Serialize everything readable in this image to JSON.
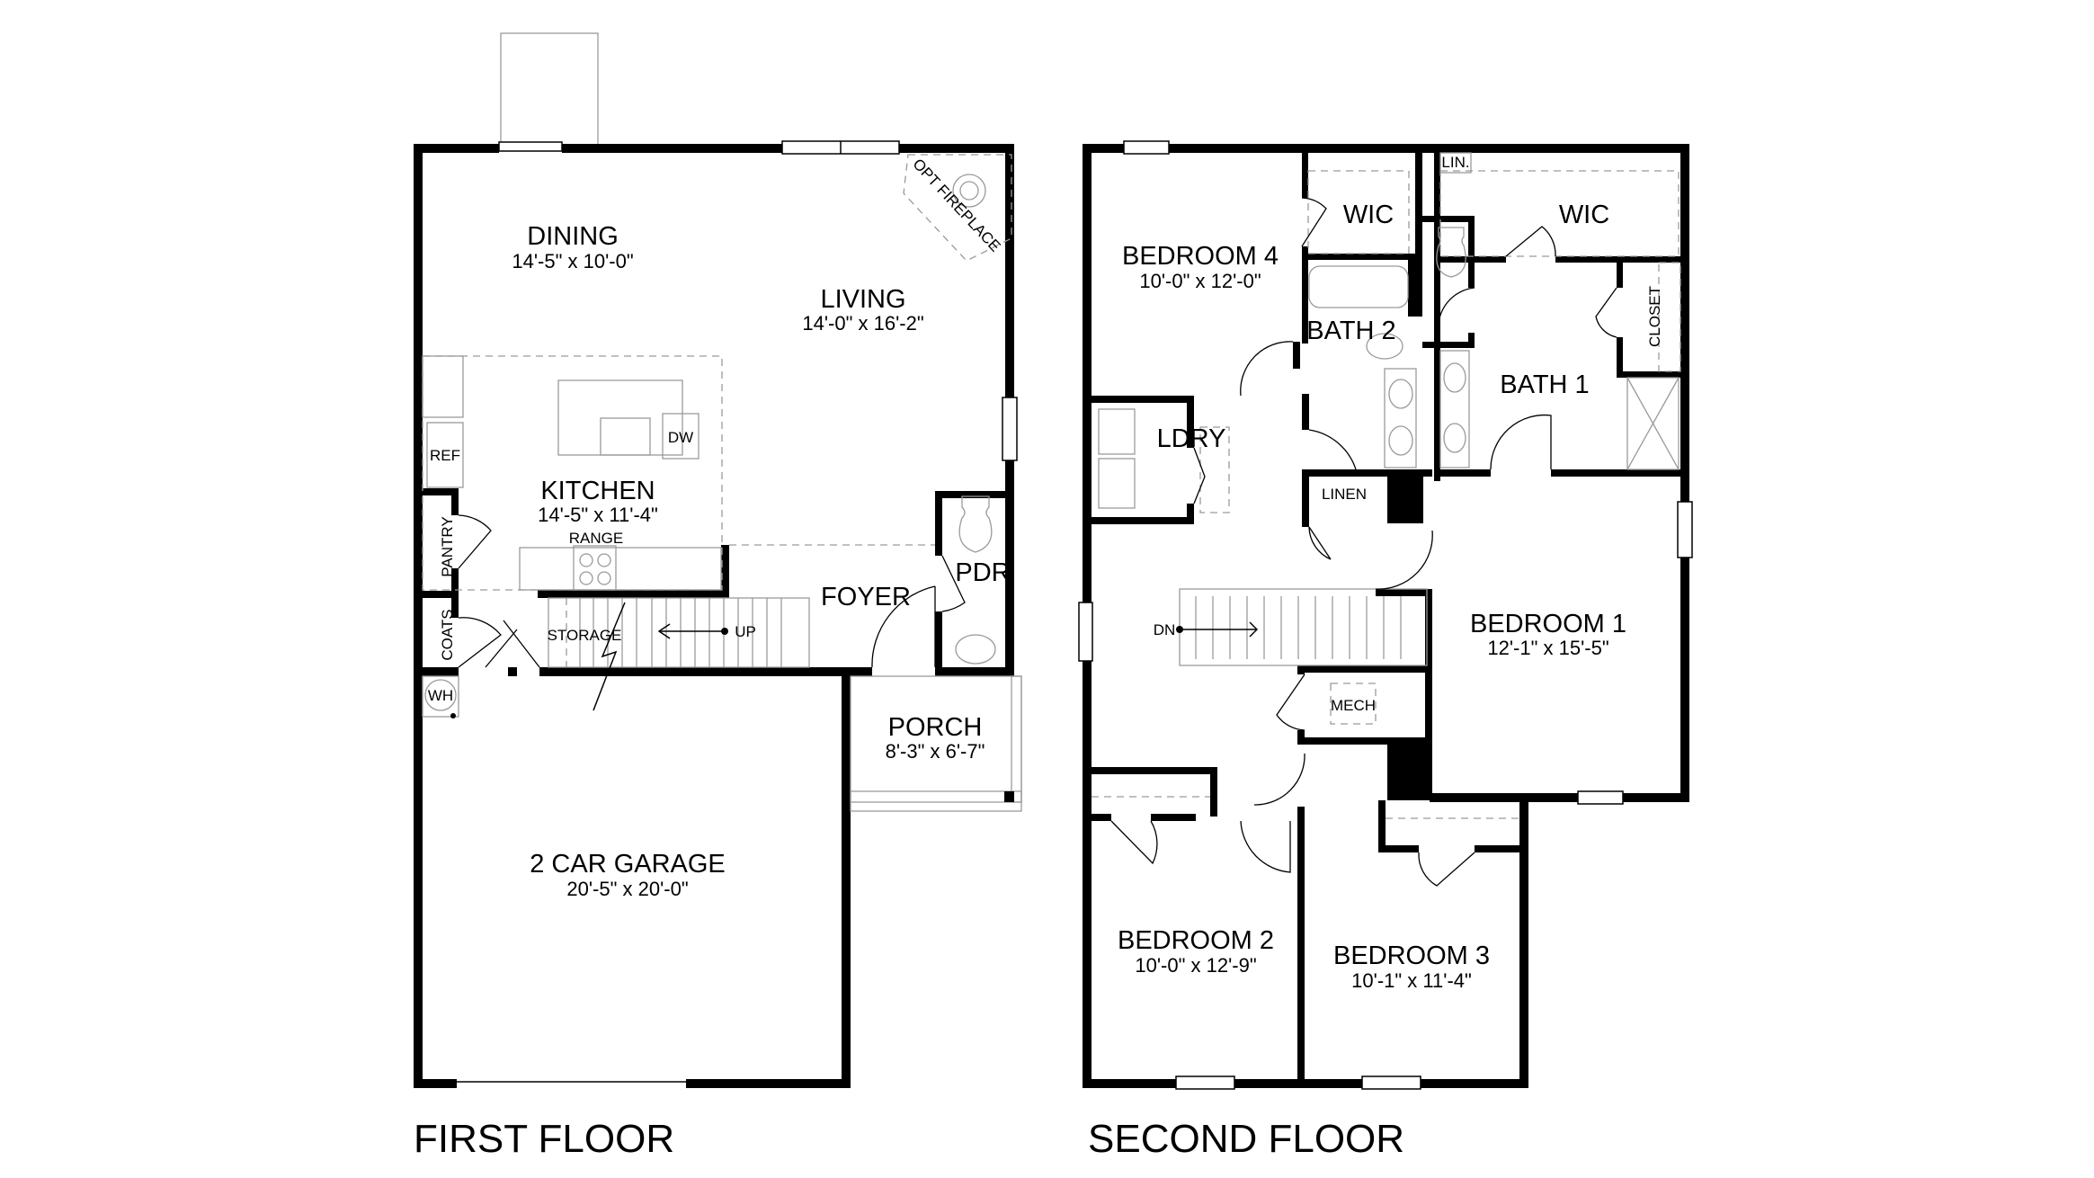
{
  "first_floor": {
    "title": "FIRST FLOOR",
    "rooms": {
      "dining": {
        "name": "DINING",
        "dim": "14'-5\" x 10'-0\""
      },
      "living": {
        "name": "LIVING",
        "dim": "14'-0\" x 16'-2\""
      },
      "kitchen": {
        "name": "KITCHEN",
        "dim": "14'-5\" x 11'-4\""
      },
      "foyer": {
        "name": "FOYER"
      },
      "pdr": {
        "name": "PDR"
      },
      "porch": {
        "name": "PORCH",
        "dim": "8'-3\" x 6'-7\""
      },
      "garage": {
        "name": "2 CAR GARAGE",
        "dim": "20'-5\" x 20'-0\""
      }
    },
    "labels": {
      "fireplace": "OPT FIREPLACE",
      "ref": "REF",
      "dw": "DW",
      "range": "RANGE",
      "pantry": "PANTRY",
      "coats": "COATS",
      "storage": "STORAGE",
      "up": "UP",
      "wh": "WH"
    }
  },
  "second_floor": {
    "title": "SECOND FLOOR",
    "rooms": {
      "bedroom4": {
        "name": "BEDROOM 4",
        "dim": "10'-0\" x 12'-0\""
      },
      "wic_bed4": {
        "name": "WIC"
      },
      "wic_bed1": {
        "name": "WIC"
      },
      "bath2": {
        "name": "BATH 2"
      },
      "bath1": {
        "name": "BATH 1"
      },
      "ldry": {
        "name": "LDRY"
      },
      "bedroom1": {
        "name": "BEDROOM 1",
        "dim": "12'-1\" x 15'-5\""
      },
      "bedroom2": {
        "name": "BEDROOM 2",
        "dim": "10'-0\" x 12'-9\""
      },
      "bedroom3": {
        "name": "BEDROOM 3",
        "dim": "10'-1\" x 11'-4\""
      }
    },
    "labels": {
      "lin": "LIN.",
      "closet": "CLOSET",
      "linen": "LINEN",
      "mech": "MECH",
      "dn": "DN"
    }
  }
}
